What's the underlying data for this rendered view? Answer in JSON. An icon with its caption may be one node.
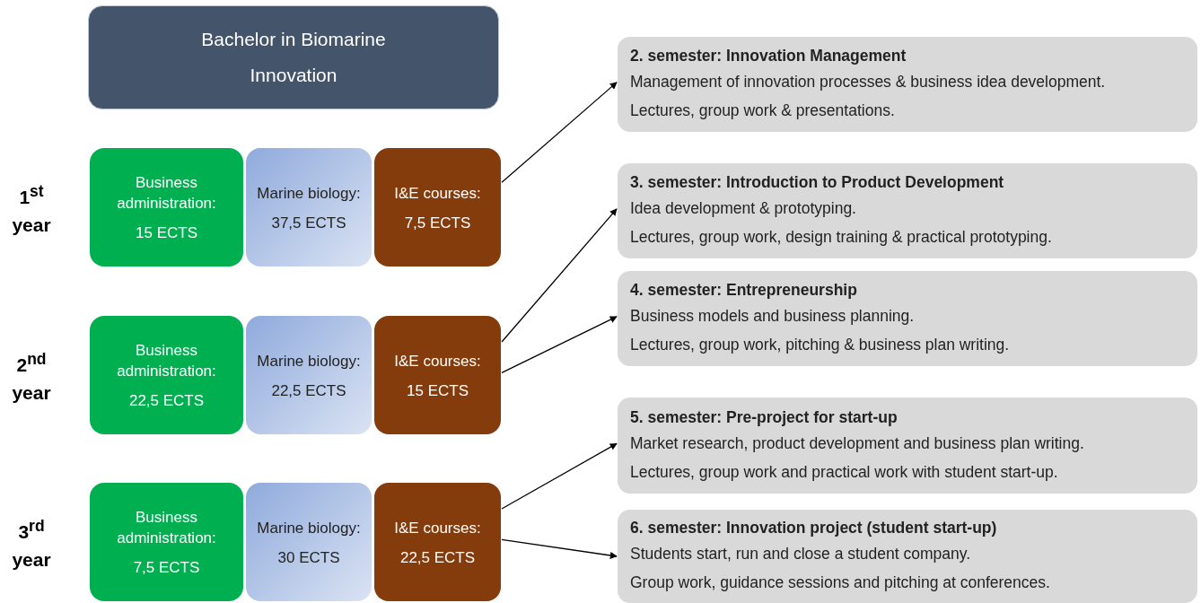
{
  "diagram": {
    "nodes": [
      {
        "text": [
          "Bachelor in Biomarine Innovation"
        ]
      },
      {
        "text": [
          "Business administration:",
          "15 ECTS"
        ]
      },
      {
        "text": [
          "Marine biology:",
          "37,5 ECTS"
        ]
      },
      {
        "text": [
          "I&E courses:",
          "7,5 ECTS"
        ]
      },
      {
        "text": [
          "Business administration:",
          "22,5 ECTS"
        ]
      },
      {
        "text": [
          "Marine biology:",
          "22,5 ECTS"
        ]
      },
      {
        "text": [
          "I&E courses:",
          "15 ECTS"
        ]
      },
      {
        "text": [
          "Business administration:",
          "7,5 ECTS"
        ]
      },
      {
        "text": [
          "Marine biology:",
          "30 ECTS"
        ]
      },
      {
        "text": [
          "I&E courses:",
          "22,5 ECTS"
        ]
      },
      {
        "text": [
          "2. semester: Innovation Management",
          "Management of innovation processes & business idea development.",
          "Lectures, group work & presentations."
        ]
      },
      {
        "text": [
          "3. semester: Introduction to Product Development",
          "Idea development & prototyping.",
          "Lectures, group work, design training & practical prototyping."
        ]
      },
      {
        "text": [
          "4. semester: Entrepreneurship",
          "Business models and business planning.",
          "Lectures, group work, pitching & business plan writing."
        ]
      },
      {
        "text": [
          "5. semester: Pre-project for start-up",
          "Market research, product development and business plan writing.",
          "Lectures, group work and practical work with student start-up."
        ]
      },
      {
        "text": [
          "6. semester: Innovation project (student start-up)",
          "Students start, run and close a student company.",
          "Group work, guidance sessions and pitching at conferences."
        ]
      }
    ],
    "edges": [
      {
        "from": 3,
        "to": 10,
        "arrow": "to"
      },
      {
        "from": 6,
        "to": 11,
        "arrow": "to"
      },
      {
        "from": 6,
        "to": 12,
        "arrow": "to"
      },
      {
        "from": 9,
        "to": 13,
        "arrow": "to"
      },
      {
        "from": 9,
        "to": 14,
        "arrow": "to"
      }
    ],
    "labels": [
      "1$^{st}$ year",
      "2$^{nd}$ year",
      "3$^{rd}$ year"
    ]
  }
}
